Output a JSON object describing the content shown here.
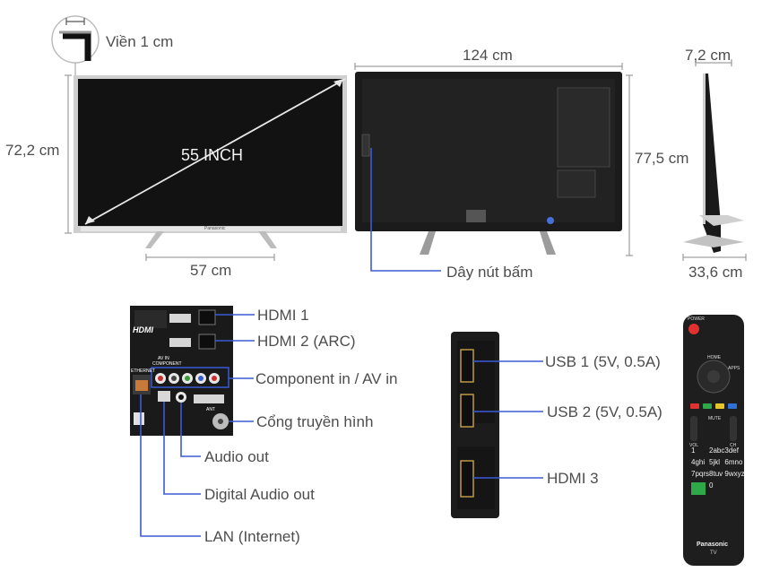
{
  "top": {
    "bezel_label": "Viền 1 cm",
    "width_label": "124 cm",
    "depth_top_label": "7,2 cm",
    "height_front_label": "72,2 cm",
    "height_back_label": "77,5 cm",
    "screen_size_label": "55 INCH",
    "stand_width_label": "57 cm",
    "button_cable_label": "Dây nút bấm",
    "stand_depth_label": "33,6 cm",
    "brand_small": "Panasonic"
  },
  "ports_panel": {
    "hdmi1": "HDMI 1",
    "hdmi2": "HDMI 2 (ARC)",
    "component": "Component in / AV in",
    "antenna": "Cổng truyền hình",
    "audio_out": "Audio out",
    "digital_audio_out": "Digital Audio out",
    "lan": "LAN (Internet)",
    "hdmi_logo": "HDMI",
    "av_in_small": "AV IN",
    "component_small": "COMPONENT",
    "ethernet_small": "ETHERNET",
    "ant_small": "ANT"
  },
  "side_panel": {
    "usb1": "USB 1 (5V, 0.5A)",
    "usb2": "USB 2 (5V, 0.5A)",
    "hdmi3": "HDMI 3"
  },
  "remote": {
    "power": "POWER",
    "brand": "Panasonic",
    "tv": "TV",
    "home": "HOME",
    "apps": "APPS",
    "mute": "MUTE",
    "vol": "VOL",
    "ch": "CH",
    "keys": [
      "1",
      "2abc",
      "3def",
      "4ghi",
      "5jkl",
      "6mno",
      "7pqrs",
      "8tuv",
      "9wxyz",
      "0"
    ]
  },
  "colors": {
    "accent_line": "#3b5bd6",
    "tv_black": "#141414",
    "silver": "#c9c9c9",
    "remote_red": "#e03030",
    "remote_green": "#2fa84a",
    "remote_yellow": "#e6c52a",
    "remote_blue": "#2f6fd8"
  }
}
